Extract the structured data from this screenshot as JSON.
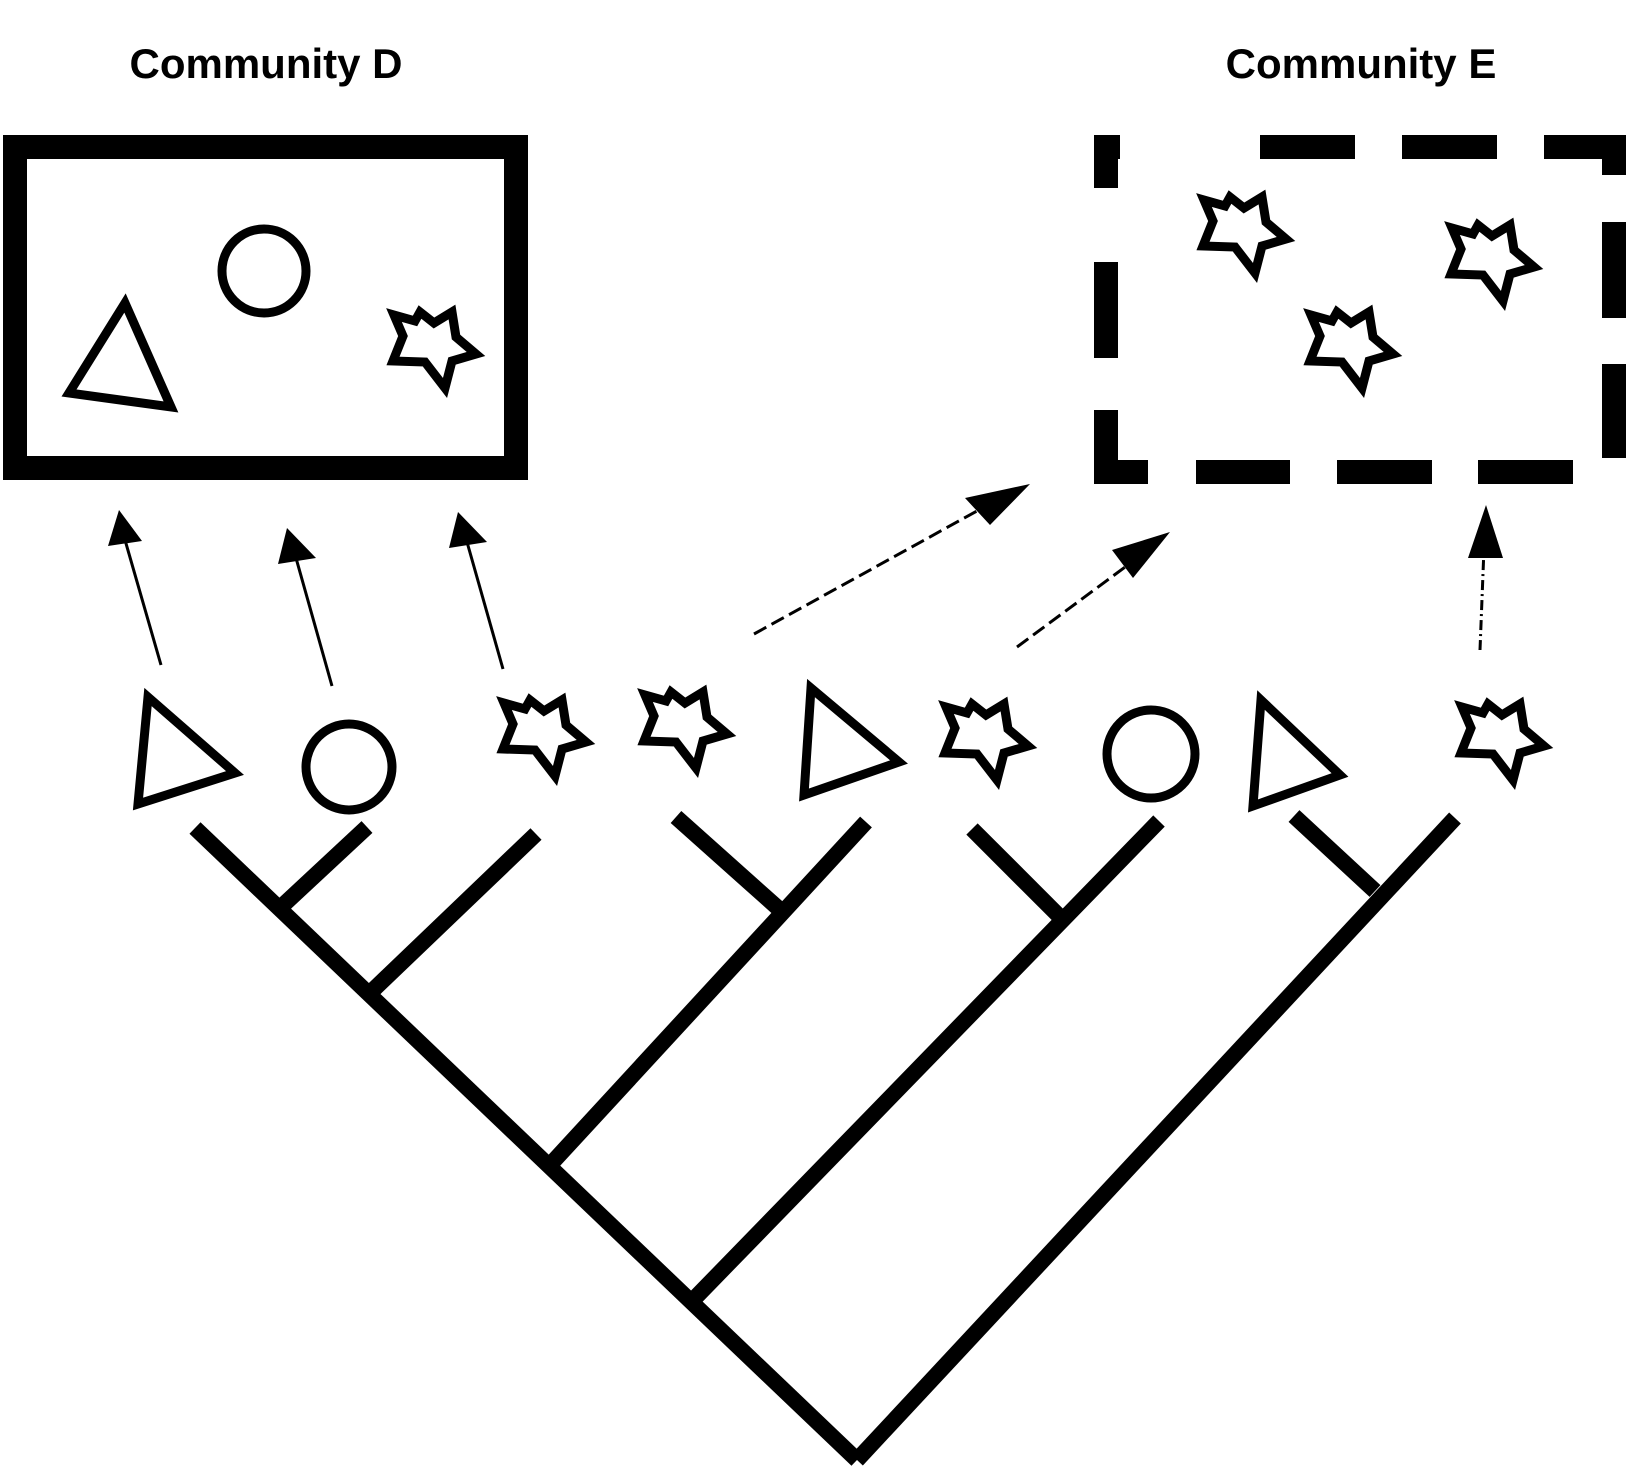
{
  "community_d": {
    "title": "Community D",
    "border": "solid",
    "members": [
      "triangle",
      "circle",
      "star"
    ]
  },
  "community_e": {
    "title": "Community E",
    "border": "dashed",
    "members": [
      "star",
      "star",
      "star"
    ]
  },
  "tree_tips": [
    "triangle",
    "circle",
    "star",
    "star",
    "triangle",
    "star",
    "circle",
    "triangle",
    "star"
  ],
  "colors": {
    "ink": "#000000",
    "background": "#ffffff"
  }
}
